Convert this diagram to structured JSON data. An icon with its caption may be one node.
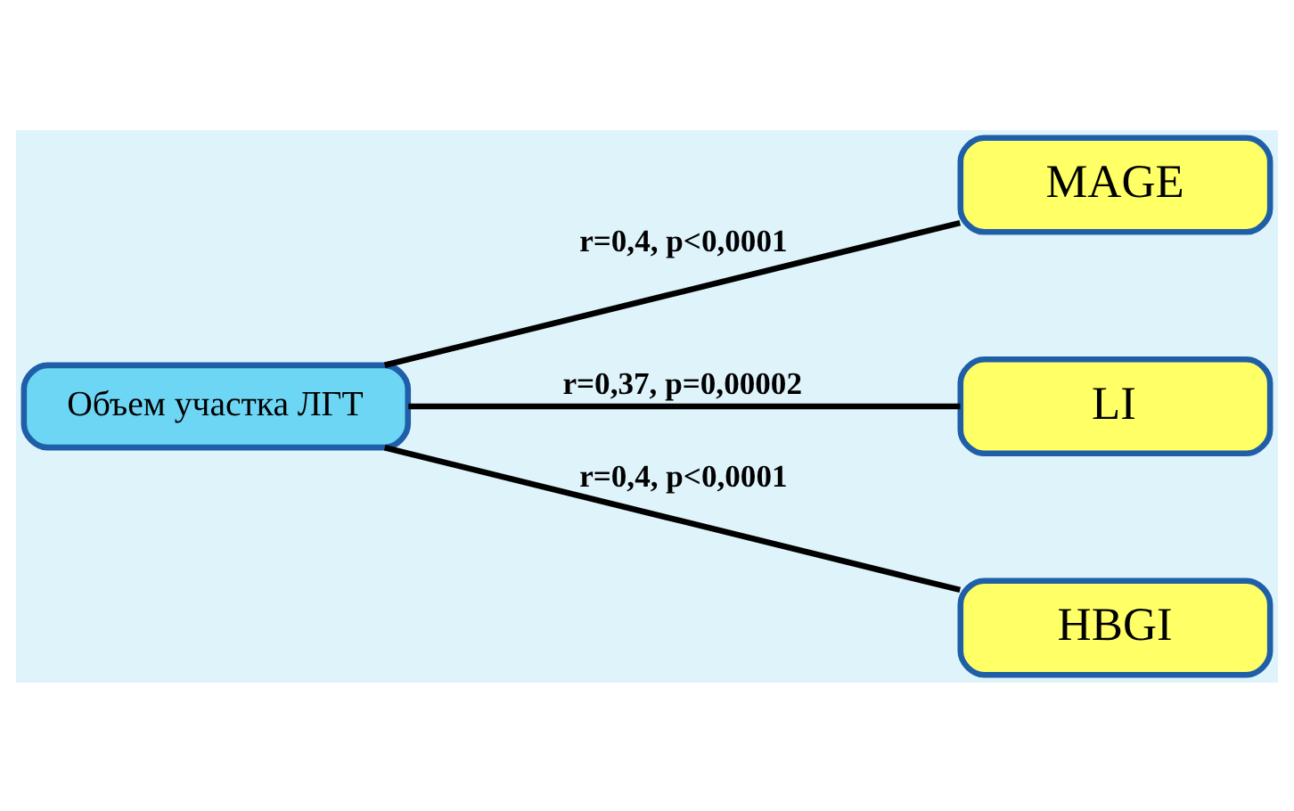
{
  "diagram": {
    "nodes": [
      {
        "text": [
          "Объем участка ЛГТ"
        ]
      },
      {
        "text": [
          "MAGE"
        ]
      },
      {
        "text": [
          "LI"
        ]
      },
      {
        "text": [
          "HBGI"
        ]
      }
    ],
    "edges": [
      {
        "from": 0,
        "to": 1,
        "arrow": "none",
        "label": "r=0,4, p<0,0001"
      },
      {
        "from": 0,
        "to": 2,
        "arrow": "none",
        "label": "r=0,37, p=0,00002"
      },
      {
        "from": 0,
        "to": 3,
        "arrow": "none",
        "label": "r=0,4, p<0,0001"
      }
    ]
  }
}
